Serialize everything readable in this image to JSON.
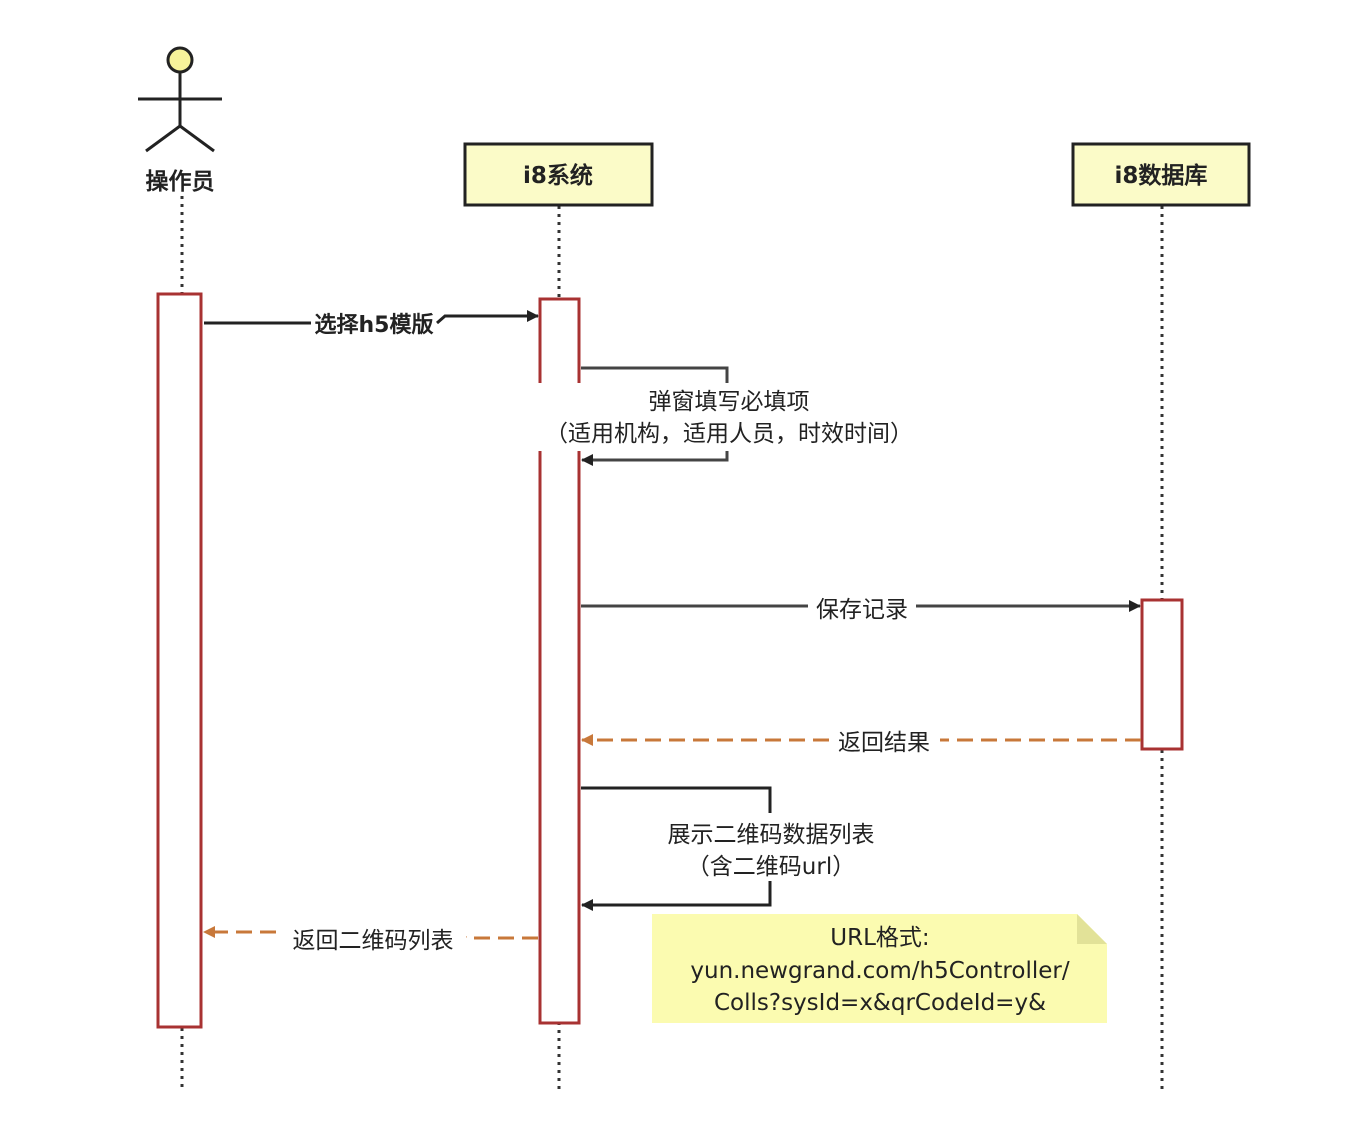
{
  "participants": {
    "operator": "操作员",
    "system": "i8系统",
    "database": "i8数据库"
  },
  "messages": {
    "select_template": "选择h5模版",
    "fill_form_line1": "弹窗填写必填项",
    "fill_form_line2": "（适用机构，适用人员，时效时间）",
    "save_record": "保存记录",
    "return_result": "返回结果",
    "show_list_line1": "展示二维码数据列表",
    "show_list_line2": "（含二维码url）",
    "return_qr_list": "返回二维码列表"
  },
  "note": {
    "line1": "URL格式:",
    "line2": "yun.newgrand.com/h5Controller/",
    "line3": "Colls?sysId=x&qrCodeId=y&"
  },
  "colors": {
    "activation_border": "#a83232",
    "participant_fill": "#fbfbc8",
    "return_arrow": "#c8783a",
    "note_fill": "#fbfbb0",
    "actor_head": "#f7f39a"
  }
}
